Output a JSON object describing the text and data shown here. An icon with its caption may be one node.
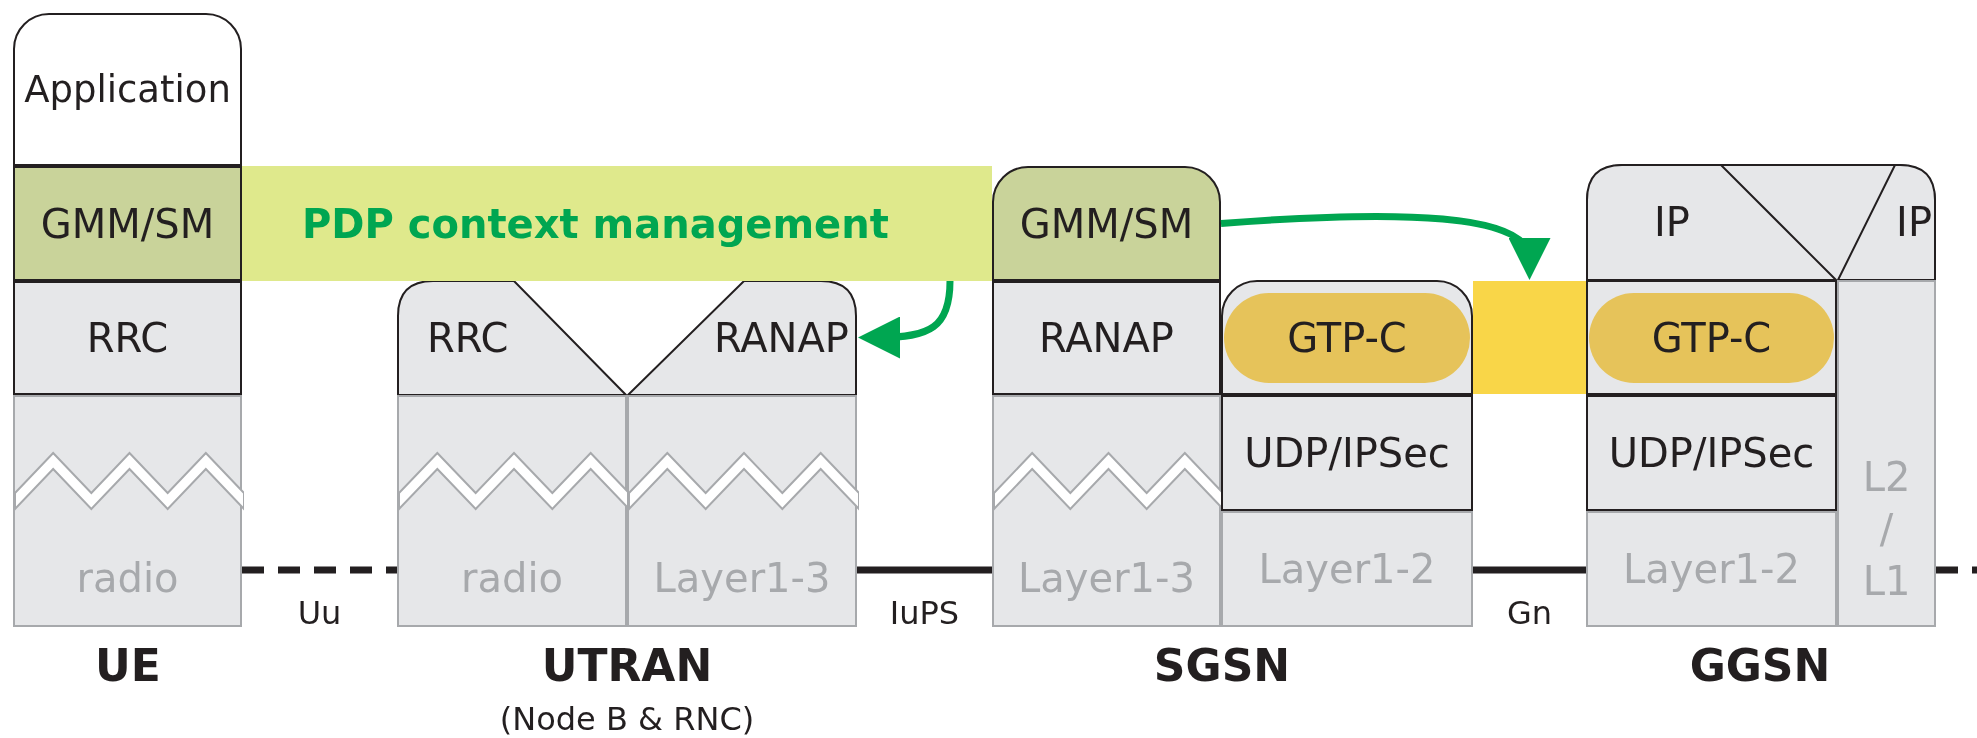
{
  "diagram": {
    "nodes": [
      {
        "text": [
          "PDP context management"
        ]
      },
      {
        "text": [
          "Application"
        ]
      },
      {
        "text": [
          "GMM/SM"
        ]
      },
      {
        "text": [
          "RRC"
        ]
      },
      {
        "text": [
          "radio"
        ]
      },
      {
        "text": [
          "RRC"
        ]
      },
      {
        "text": [
          "RANAP"
        ]
      },
      {
        "text": [
          "radio"
        ]
      },
      {
        "text": [
          "Layer1-3"
        ]
      },
      {
        "text": [
          "GMM/SM"
        ]
      },
      {
        "text": [
          "RANAP"
        ]
      },
      {
        "text": [
          "Layer1-3"
        ]
      },
      {
        "text": [
          "GTP-C"
        ]
      },
      {
        "text": [
          "UDP/IPSec"
        ]
      },
      {
        "text": [
          "Layer1-2"
        ]
      },
      {
        "text": [],
        "shape": "bar"
      },
      {
        "text": [
          "IP"
        ]
      },
      {
        "text": [
          "IP"
        ]
      },
      {
        "text": [
          "GTP-C"
        ]
      },
      {
        "text": [
          "UDP/IPSec"
        ]
      },
      {
        "text": [
          "Layer1-2"
        ]
      },
      {
        "text": [
          "L2 / L1"
        ]
      }
    ],
    "edges": [
      {
        "from": 0,
        "to": 6,
        "arrow": "to",
        "color": "#00a651"
      },
      {
        "from": 9,
        "to": 15,
        "arrow": "to",
        "color": "#00a651"
      },
      {
        "from": 4,
        "to": 7,
        "arrow": "none",
        "style": "dashed",
        "label": "Uu"
      },
      {
        "from": 8,
        "to": 11,
        "arrow": "none",
        "label": "IuPS"
      },
      {
        "from": 14,
        "to": 20,
        "arrow": "none",
        "label": "Gn"
      },
      {
        "from": 21,
        "to": null,
        "arrow": "none",
        "style": "dashed"
      }
    ],
    "labels": [
      "UE",
      "UTRAN",
      "(Node B & RNC)",
      "SGSN",
      "GGSN"
    ]
  }
}
